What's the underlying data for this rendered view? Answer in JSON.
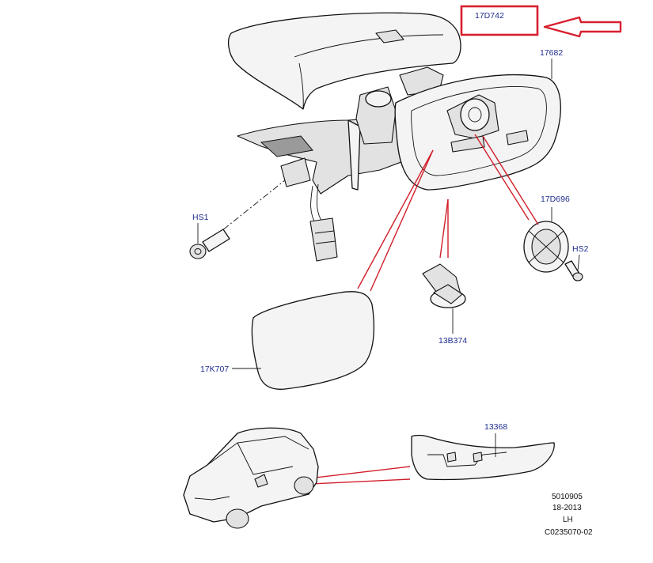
{
  "labels": {
    "cover": "17D742",
    "housing": "17682",
    "actuator": "17D696",
    "screw_hs1": "HS1",
    "screw_hs2": "HS2",
    "bracket": "13B374",
    "glass": "17K707",
    "indicator": "13368"
  },
  "meta": {
    "line1": "5010905",
    "line2": "18-2013",
    "line3": "LH",
    "line4": "C0235070-02"
  },
  "colors": {
    "highlight": "#d7202e",
    "callout_text": "#1f2d8f"
  }
}
